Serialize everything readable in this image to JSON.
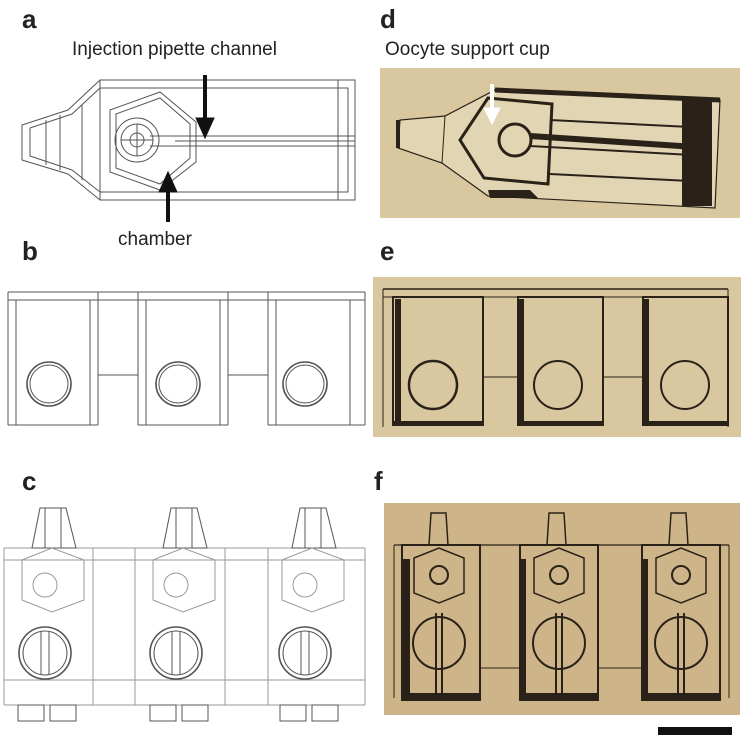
{
  "panels": {
    "a": {
      "letter": "a",
      "label_top": "Injection pipette channel",
      "label_bottom": "chamber"
    },
    "b": {
      "letter": "b"
    },
    "c": {
      "letter": "c"
    },
    "d": {
      "letter": "d",
      "label_top": "Oocyte support cup"
    },
    "e": {
      "letter": "e"
    },
    "f": {
      "letter": "f"
    }
  },
  "colors": {
    "photo_bg": "#d8c79f",
    "photo_bg_f": "#cdb489",
    "dark_ink": "#2a2218",
    "drawing_line": "#555555",
    "drawing_line_light": "#9a9a9a",
    "arrow_white": "#ffffff"
  },
  "icons": [
    "down-arrow-icon",
    "up-arrow-icon",
    "scale-bar"
  ]
}
